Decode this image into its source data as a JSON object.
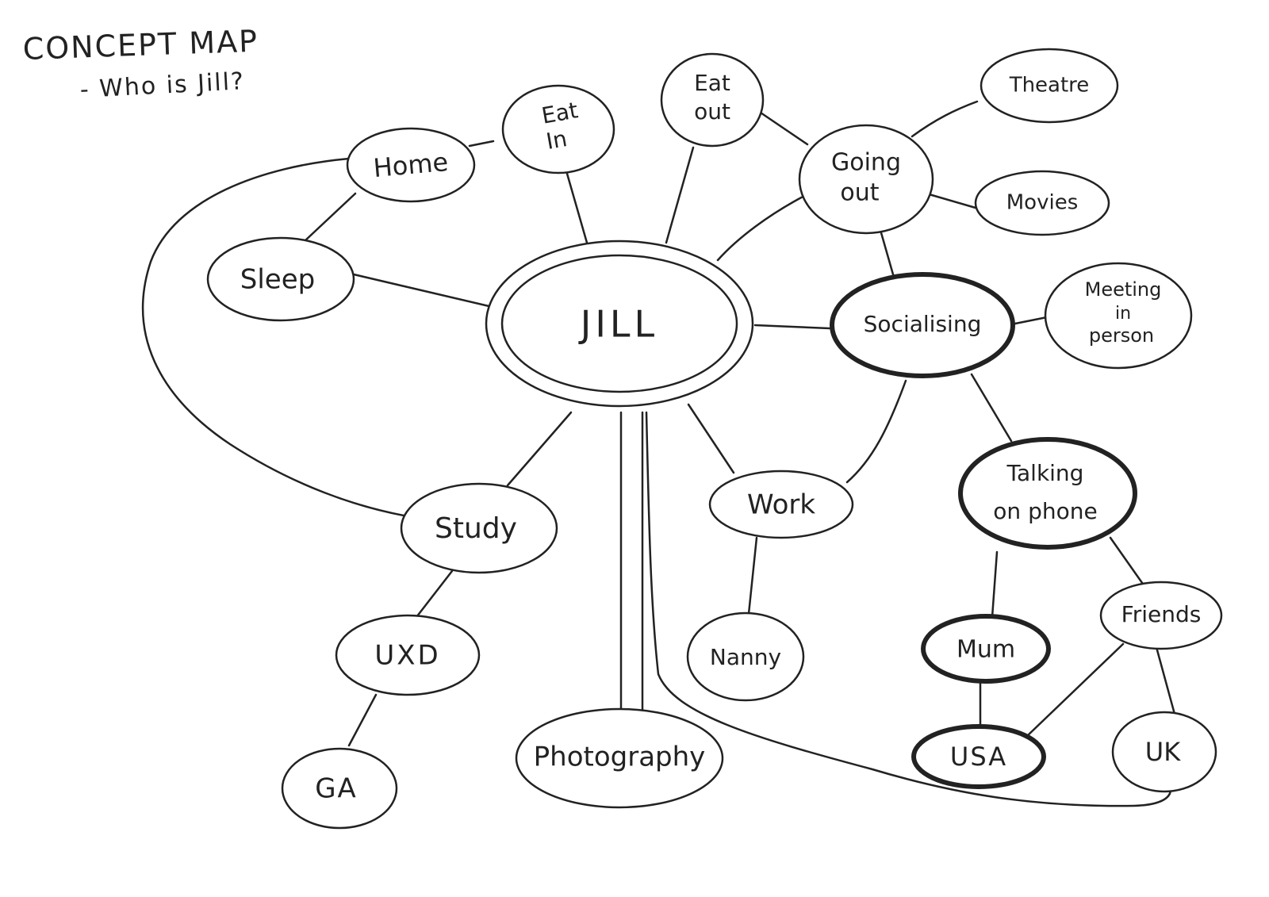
{
  "title": "CONCEPT MAP",
  "subtitle": "- Who is Jill?",
  "nodes": {
    "jill": {
      "label": "JILL"
    },
    "home": {
      "label": "Home"
    },
    "eat_in": {
      "lines": [
        "Eat",
        "In"
      ]
    },
    "eat_out": {
      "lines": [
        "Eat",
        "out"
      ]
    },
    "going_out": {
      "lines": [
        "Going",
        "out"
      ]
    },
    "theatre": {
      "label": "Theatre"
    },
    "movies": {
      "label": "Movies"
    },
    "sleep": {
      "label": "Sleep"
    },
    "socialising": {
      "label": "Socialising"
    },
    "meeting_in_person": {
      "lines": [
        "Meeting",
        "in",
        "person"
      ]
    },
    "talking_on_phone": {
      "lines": [
        "Talking",
        "on phone"
      ]
    },
    "friends": {
      "label": "Friends"
    },
    "mum": {
      "label": "Mum"
    },
    "usa": {
      "label": "USA"
    },
    "uk": {
      "label": "UK"
    },
    "work": {
      "label": "Work"
    },
    "nanny": {
      "label": "Nanny"
    },
    "study": {
      "label": "Study"
    },
    "uxd": {
      "label": "UXD"
    },
    "ga": {
      "label": "GA"
    },
    "photography": {
      "label": "Photography"
    }
  }
}
